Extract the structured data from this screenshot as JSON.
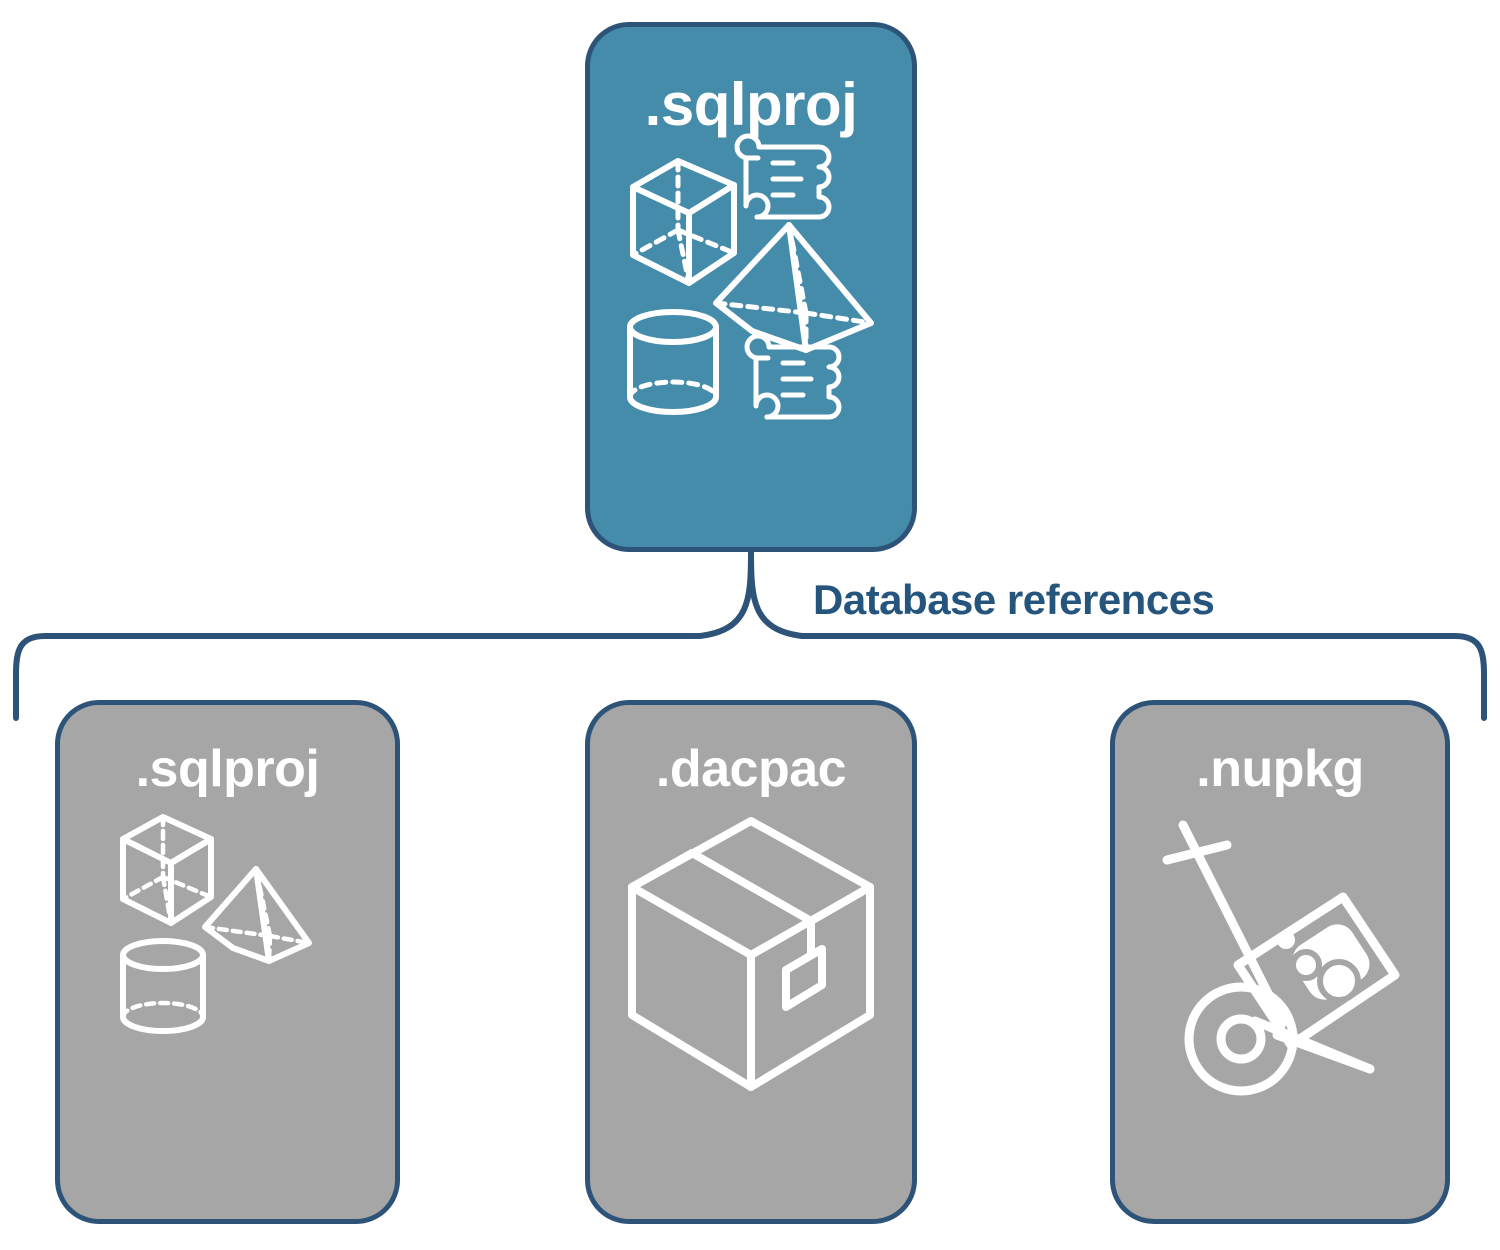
{
  "diagram": {
    "title": "Database references",
    "connector_label": "Database references",
    "colors": {
      "primary_fill": "#458cab",
      "secondary_fill": "#a6a6a6",
      "border": "#2d5478",
      "label_text": "#25557c",
      "icon_stroke": "#ffffff",
      "background": "#ffffff"
    }
  },
  "root": {
    "title": ".sqlproj",
    "icons": [
      "cube-wireframe-icon",
      "pyramid-wireframe-icon",
      "cylinder-wireframe-icon",
      "scroll-icon",
      "scroll-icon"
    ]
  },
  "references": [
    {
      "title": ".sqlproj",
      "icons": [
        "cube-wireframe-icon",
        "pyramid-wireframe-icon",
        "cylinder-wireframe-icon"
      ]
    },
    {
      "title": ".dacpac",
      "icons": [
        "shipping-box-icon"
      ]
    },
    {
      "title": ".nupkg",
      "icons": [
        "hand-truck-package-icon"
      ]
    }
  ]
}
